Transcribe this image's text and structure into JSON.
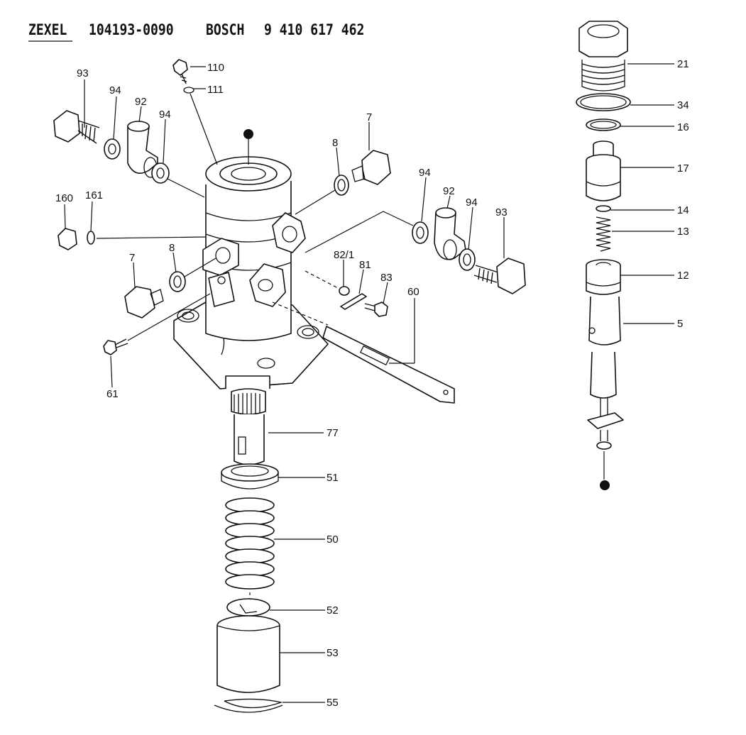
{
  "header": {
    "brand1": "ZEXEL",
    "part1": "104193-0090",
    "brand2": "BOSCH",
    "part2": "9 410 617 462"
  },
  "callouts": {
    "c110": "110",
    "c111": "111",
    "c93a": "93",
    "c94a": "94",
    "c92a": "92",
    "c94b": "94",
    "c7a": "7",
    "c8a": "8",
    "c160": "160",
    "c161": "161",
    "c7b": "7",
    "c8b": "8",
    "c94c": "94",
    "c92b": "92",
    "c94d": "94",
    "c93b": "93",
    "c82": "82/1",
    "c81": "81",
    "c83": "83",
    "c60": "60",
    "c61": "61",
    "c77": "77",
    "c51": "51",
    "c50": "50",
    "c52": "52",
    "c53": "53",
    "c55": "55",
    "c21": "21",
    "c34": "34",
    "c16": "16",
    "c17": "17",
    "c14": "14",
    "c13": "13",
    "c12": "12",
    "c5": "5"
  }
}
